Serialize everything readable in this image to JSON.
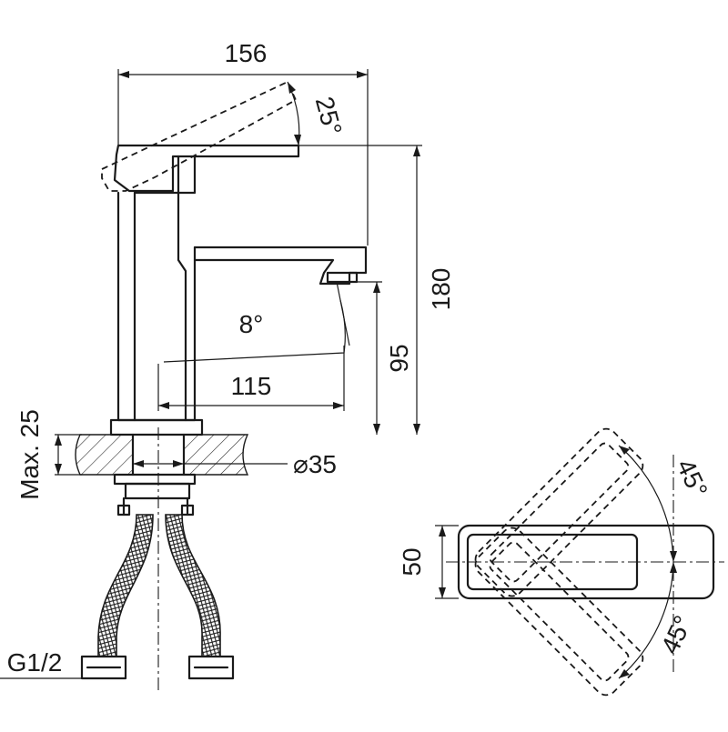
{
  "labels": {
    "width_total": "156",
    "handle_tilt": "25°",
    "height_total": "180",
    "spout_height": "95",
    "spout_angle": "8°",
    "spout_reach": "115",
    "deck_thickness": "Max. 25",
    "hole_diameter": "⌀35",
    "connection": "G1/2",
    "top_width": "50",
    "rotate_upper": "45°",
    "rotate_lower": "45°"
  }
}
